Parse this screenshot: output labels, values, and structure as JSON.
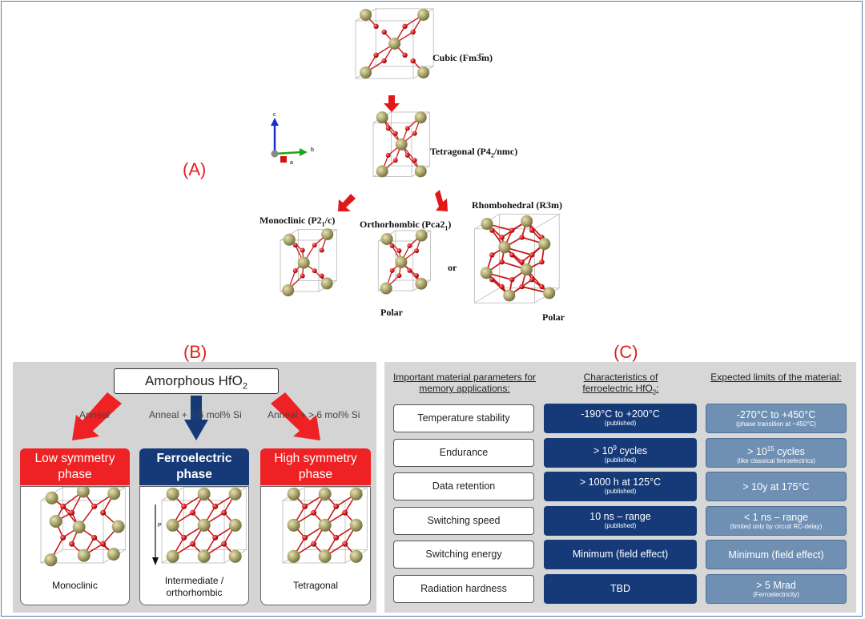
{
  "panel_labels": {
    "a": "(A)",
    "b": "(B)",
    "c": "(C)"
  },
  "panel_a": {
    "cubic": "Cubic (Fm3̅m)",
    "tetragonal_pre": "Tetragonal (P4",
    "tetragonal_sub": "2",
    "tetragonal_post": "/nmc)",
    "monoclinic_pre": "Monoclinic (P2",
    "monoclinic_sub": "1",
    "monoclinic_post": "/c)",
    "ortho_pre": "Orthorhombic (Pca2",
    "ortho_sub": "1",
    "ortho_post": ")",
    "rhombohedral": "Rhombohedral (R3m)",
    "or": "or",
    "polar_1": "Polar",
    "polar_2": "Polar",
    "axes": {
      "c": "c",
      "b": "b",
      "a": "a"
    }
  },
  "panel_b": {
    "amorphous_pre": "Amorphous HfO",
    "amorphous_sub": "2",
    "arrow_left": "Anneal",
    "arrow_mid": "Anneal + 2-6 mol% Si",
    "arrow_right": "Anneal + > 6 mol% Si",
    "phases": [
      {
        "title": "Low symmetry phase",
        "caption": "Monoclinic",
        "color": "#ee2224"
      },
      {
        "title": "Ferroelectric phase",
        "caption": "Intermediate / orthorhombic",
        "color": "#163a78"
      },
      {
        "title": "High symmetry phase",
        "caption": "Tetragonal",
        "color": "#ee2224"
      }
    ],
    "polarization_label": "P"
  },
  "panel_c": {
    "headers": {
      "params": "Important material parameters for memory applications:",
      "char_pre": "Characteristics of ferroelectric HfO",
      "char_sub": "2",
      "char_post": ":",
      "limits": "Expected limits of the material:"
    },
    "rows": [
      {
        "label": "Temperature stability",
        "char": "-190°C to +200°C",
        "char_note": "(published)",
        "limit": "-270°C to +450°C",
        "limit_note": "(phase transition at ~450°C)"
      },
      {
        "label": "Endurance",
        "char_pre": "> 10",
        "char_sup": "9",
        "char_post": " cycles",
        "char_note": "(published)",
        "limit_pre": "> 10",
        "limit_sup": "15",
        "limit_post": " cycles",
        "limit_note": "(like classical ferroelectrics)"
      },
      {
        "label": "Data retention",
        "char": "> 1000 h at 125°C",
        "char_note": "(published)",
        "limit": "> 10y at 175°C",
        "limit_note": ""
      },
      {
        "label": "Switching speed",
        "char": "10 ns – range",
        "char_note": "(published)",
        "limit": "< 1 ns – range",
        "limit_note": "(limited only by circuit RC-delay)"
      },
      {
        "label": "Switching energy",
        "char": "Minimum (field effect)",
        "char_note": "",
        "limit": "Minimum (field effect)",
        "limit_note": ""
      },
      {
        "label": "Radiation hardness",
        "char": "TBD",
        "char_note": "",
        "limit": "> 5 Mrad",
        "limit_note": "(Ferroelectricity)"
      }
    ]
  }
}
